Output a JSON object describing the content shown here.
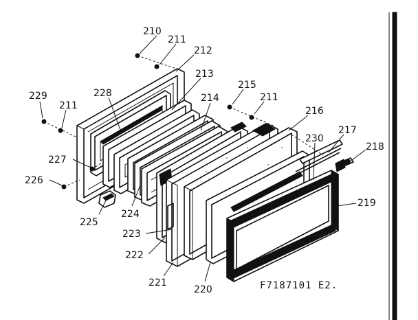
{
  "diagram": {
    "figure_code": "F7187101 E2.",
    "parts": [
      {
        "id": "p210",
        "label": "210"
      },
      {
        "id": "p211a",
        "label": "211"
      },
      {
        "id": "p212",
        "label": "212"
      },
      {
        "id": "p213",
        "label": "213"
      },
      {
        "id": "p214",
        "label": "214"
      },
      {
        "id": "p215",
        "label": "215"
      },
      {
        "id": "p211b",
        "label": "211"
      },
      {
        "id": "p216",
        "label": "216"
      },
      {
        "id": "p217",
        "label": "217"
      },
      {
        "id": "p218",
        "label": "218"
      },
      {
        "id": "p230",
        "label": "230"
      },
      {
        "id": "p219",
        "label": "219"
      },
      {
        "id": "p229",
        "label": "229"
      },
      {
        "id": "p211c",
        "label": "211"
      },
      {
        "id": "p228",
        "label": "228"
      },
      {
        "id": "p227",
        "label": "227"
      },
      {
        "id": "p226",
        "label": "226"
      },
      {
        "id": "p225",
        "label": "225"
      },
      {
        "id": "p224",
        "label": "224"
      },
      {
        "id": "p223",
        "label": "223"
      },
      {
        "id": "p222",
        "label": "222"
      },
      {
        "id": "p221",
        "label": "221"
      },
      {
        "id": "p220",
        "label": "220"
      }
    ]
  }
}
